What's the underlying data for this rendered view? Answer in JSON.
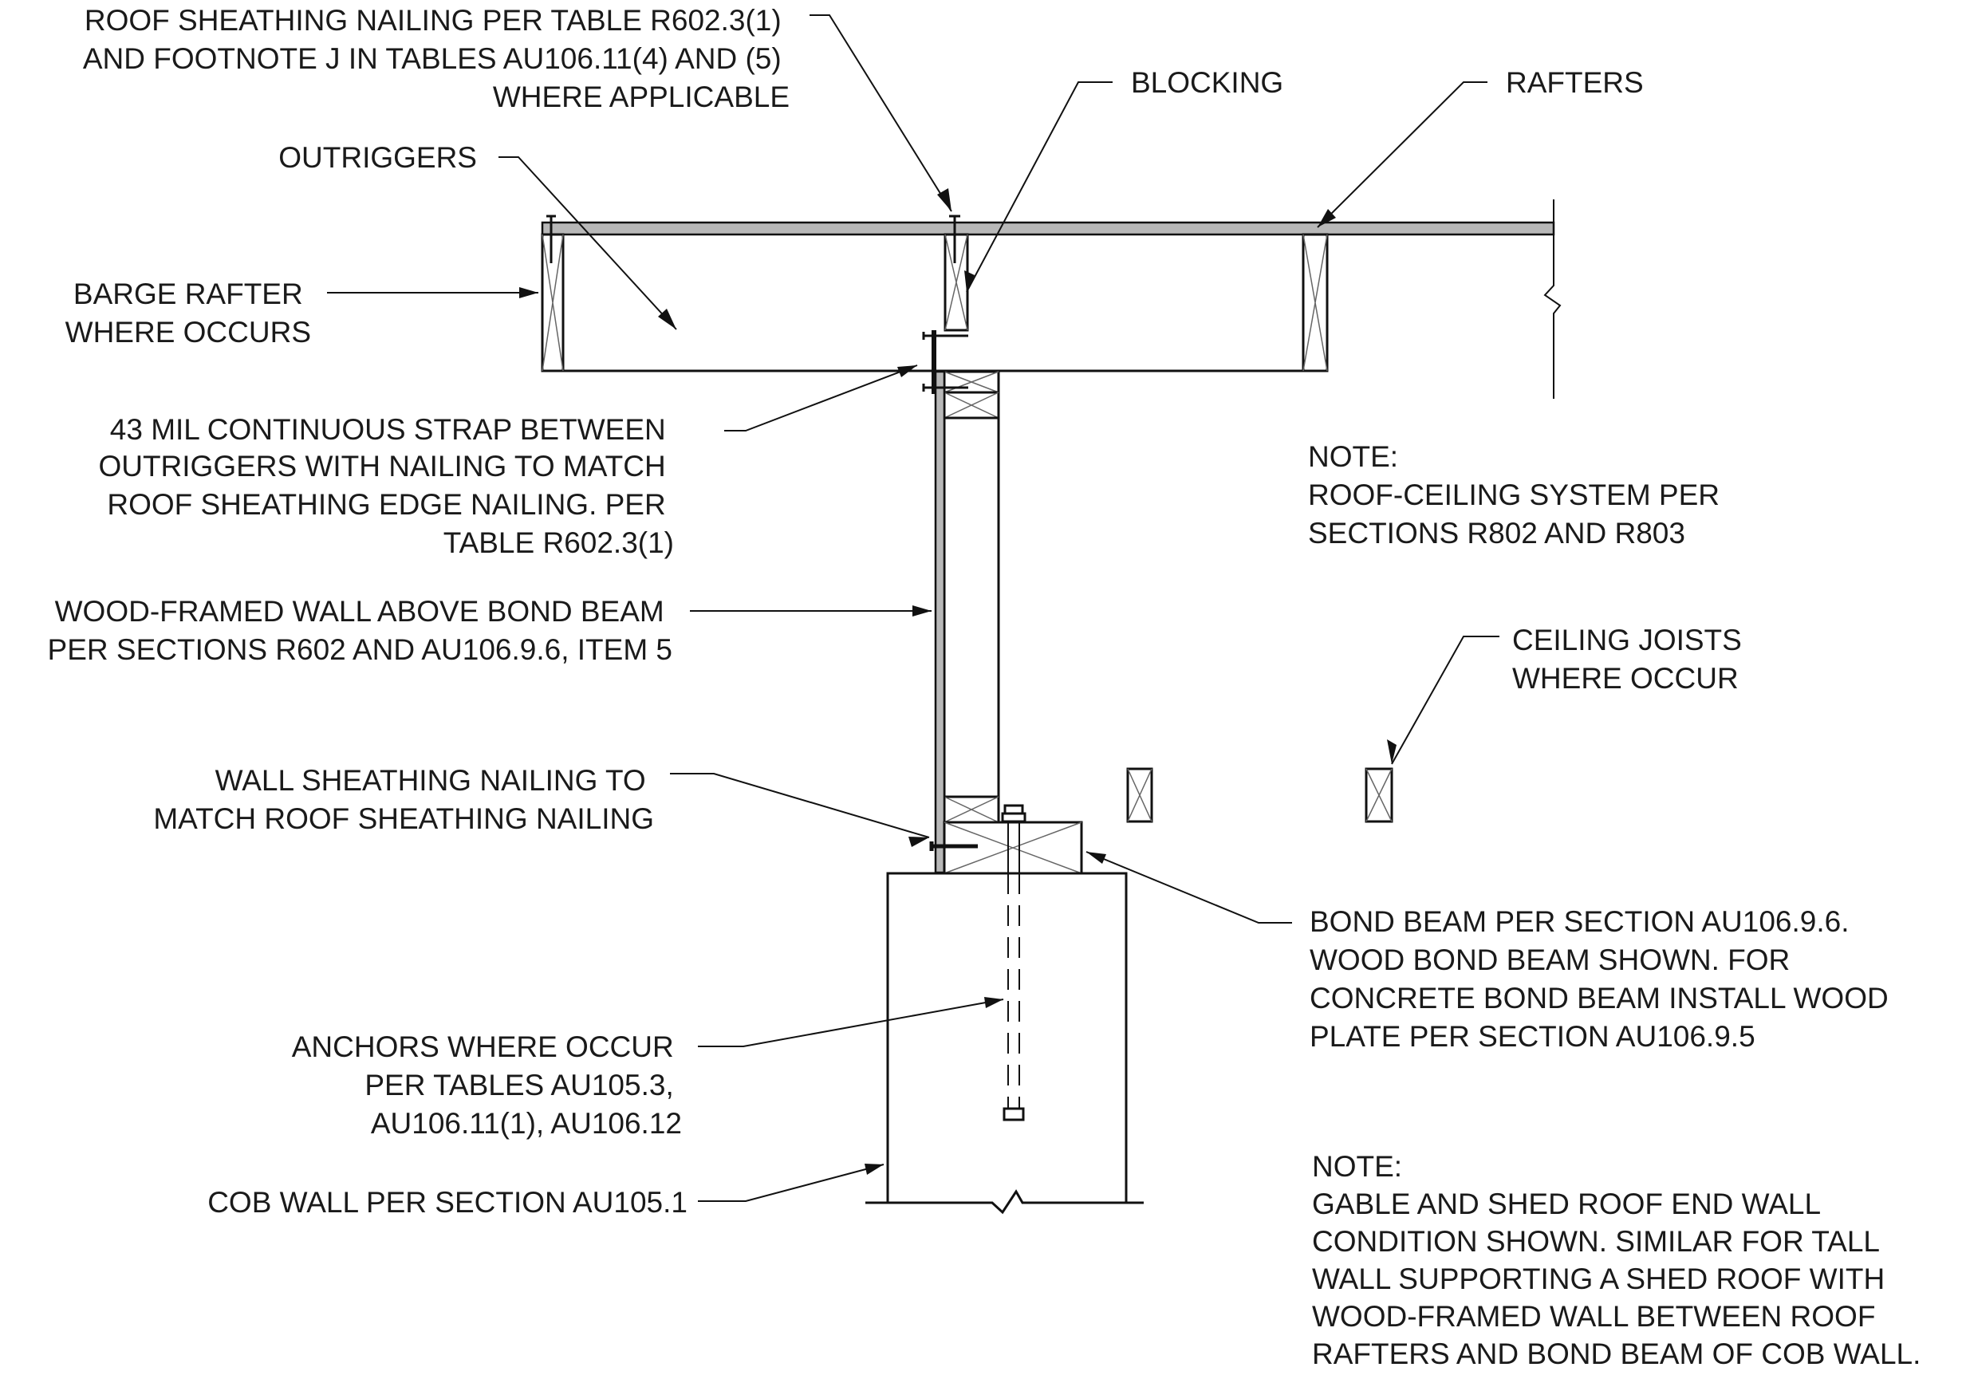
{
  "labels": {
    "roof_sheathing_nailing": [
      "ROOF SHEATHING NAILING PER TABLE R602.3(1)",
      "AND FOOTNOTE J IN TABLES AU106.11(4) AND (5)",
      "WHERE APPLICABLE"
    ],
    "blocking": "BLOCKING",
    "rafters": "RAFTERS",
    "outriggers": "OUTRIGGERS",
    "barge_rafter": [
      "BARGE RAFTER",
      "WHERE OCCURS"
    ],
    "strap": [
      "43 MIL CONTINUOUS STRAP BETWEEN",
      "OUTRIGGERS WITH NAILING TO MATCH",
      "ROOF SHEATHING EDGE NAILING. PER",
      "TABLE R602.3(1)"
    ],
    "wood_framed_wall": [
      "WOOD-FRAMED WALL ABOVE BOND BEAM",
      "PER SECTIONS R602 AND AU106.9.6, ITEM 5"
    ],
    "wall_sheathing_nailing": [
      "WALL SHEATHING NAILING TO",
      "MATCH ROOF SHEATHING NAILING"
    ],
    "anchors": [
      "ANCHORS WHERE OCCUR",
      "PER TABLES AU105.3,",
      "AU106.11(1), AU106.12"
    ],
    "cob_wall": "COB WALL PER SECTION AU105.1",
    "note_roof_ceiling": [
      "NOTE:",
      "ROOF-CEILING SYSTEM PER",
      "SECTIONS R802 AND R803"
    ],
    "ceiling_joists": [
      "CEILING JOISTS",
      "WHERE OCCUR"
    ],
    "bond_beam": [
      "BOND BEAM PER SECTION AU106.9.6.",
      "WOOD BOND BEAM SHOWN. FOR",
      "CONCRETE BOND BEAM INSTALL WOOD",
      "PLATE PER SECTION AU106.9.5"
    ],
    "note_gable": [
      "NOTE:",
      "GABLE AND SHED ROOF END WALL",
      "CONDITION SHOWN. SIMILAR FOR TALL",
      "WALL SUPPORTING A SHED ROOF WITH",
      "WOOD-FRAMED WALL BETWEEN ROOF",
      "RAFTERS AND BOND BEAM OF COB WALL."
    ]
  },
  "colors": {
    "line": "#111111",
    "sheathing_fill": "#b8b8b8",
    "cross_hatch": "#666666",
    "text": "#1a1a1a"
  }
}
